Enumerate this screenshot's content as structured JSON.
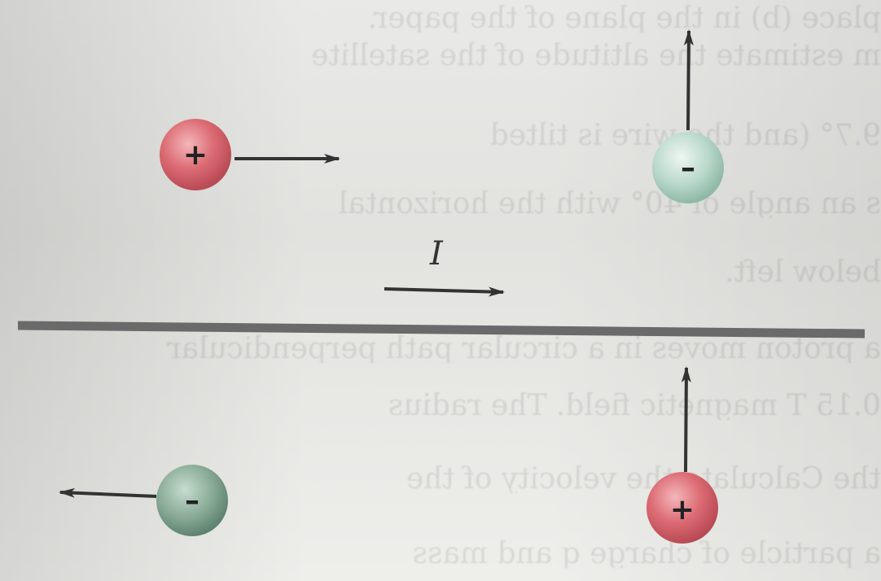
{
  "current_label": "I",
  "charges": [
    {
      "id": "top-left",
      "sign": "+",
      "polarity": "positive",
      "velocity": "right"
    },
    {
      "id": "top-right",
      "sign": "–",
      "polarity": "negative",
      "velocity": "up"
    },
    {
      "id": "bottom-left",
      "sign": "–",
      "polarity": "negative",
      "velocity": "left"
    },
    {
      "id": "bottom-right",
      "sign": "+",
      "polarity": "positive",
      "velocity": "up"
    }
  ],
  "colors": {
    "positive": "#d8656d",
    "negative": "#a9cdbf",
    "wire": "#666666",
    "arrow": "#333333"
  },
  "bleed_text": [
    "place (b) in the plane of the paper.",
    "m estimate the altitude of the satellite",
    "9.7° (and the wire is tilted",
    "s an angle of 40° with the horizontal",
    "below left.",
    "a proton moves in a circular path perpendicular",
    "0.15 T magnetic field. The radius",
    "the Calculate the velocity of the",
    "a particle of charge q and mass"
  ]
}
